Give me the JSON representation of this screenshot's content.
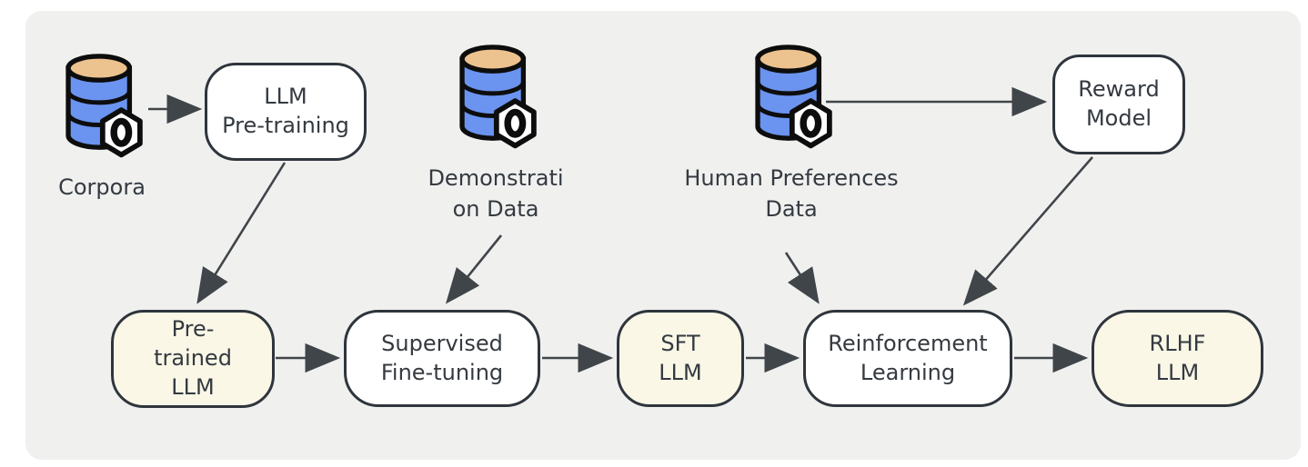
{
  "diagram": {
    "type": "flowchart",
    "topic": "LLM training pipeline with RLHF",
    "colors": {
      "bg": "#ffffff",
      "panel": "#f0f0ef",
      "stroke": "#2f353c",
      "text": "#343a40",
      "arrow": "#404549",
      "white-fill": "#ffffff",
      "cream-fill": "#faf7e7",
      "db-blue": "#6b94f0",
      "db-tan": "#ecc28e",
      "outline": "#0d0d0d",
      "badge": "#ffffff"
    },
    "datastores": [
      {
        "id": "corpora",
        "label": "Corpora",
        "icon": "database-icon"
      },
      {
        "id": "demonstration-data",
        "label": "Demonstrati\non Data",
        "icon": "database-icon"
      },
      {
        "id": "human-preferences-data",
        "label": "Human Preferences\nData",
        "icon": "database-icon"
      }
    ],
    "nodes": [
      {
        "id": "llm-pre-training",
        "label": "LLM\nPre-training",
        "fill": "white"
      },
      {
        "id": "reward-model",
        "label": "Reward\nModel",
        "fill": "white"
      },
      {
        "id": "pre-trained-llm",
        "label": "Pre-\ntrained\nLLM",
        "fill": "cream"
      },
      {
        "id": "supervised-fine-tuning",
        "label": "Supervised\nFine-tuning",
        "fill": "white"
      },
      {
        "id": "sft-llm",
        "label": "SFT\nLLM",
        "fill": "cream"
      },
      {
        "id": "reinforcement-learning",
        "label": "Reinforcement\nLearning",
        "fill": "white"
      },
      {
        "id": "rlhf-llm",
        "label": "RLHF\nLLM",
        "fill": "cream"
      }
    ],
    "edges": [
      {
        "from": "corpora",
        "to": "llm-pre-training"
      },
      {
        "from": "llm-pre-training",
        "to": "pre-trained-llm"
      },
      {
        "from": "pre-trained-llm",
        "to": "supervised-fine-tuning"
      },
      {
        "from": "demonstration-data",
        "to": "supervised-fine-tuning"
      },
      {
        "from": "supervised-fine-tuning",
        "to": "sft-llm"
      },
      {
        "from": "sft-llm",
        "to": "reinforcement-learning"
      },
      {
        "from": "human-preferences-data",
        "to": "reward-model"
      },
      {
        "from": "human-preferences-data",
        "to": "reinforcement-learning"
      },
      {
        "from": "reward-model",
        "to": "reinforcement-learning"
      },
      {
        "from": "reinforcement-learning",
        "to": "rlhf-llm"
      }
    ]
  }
}
